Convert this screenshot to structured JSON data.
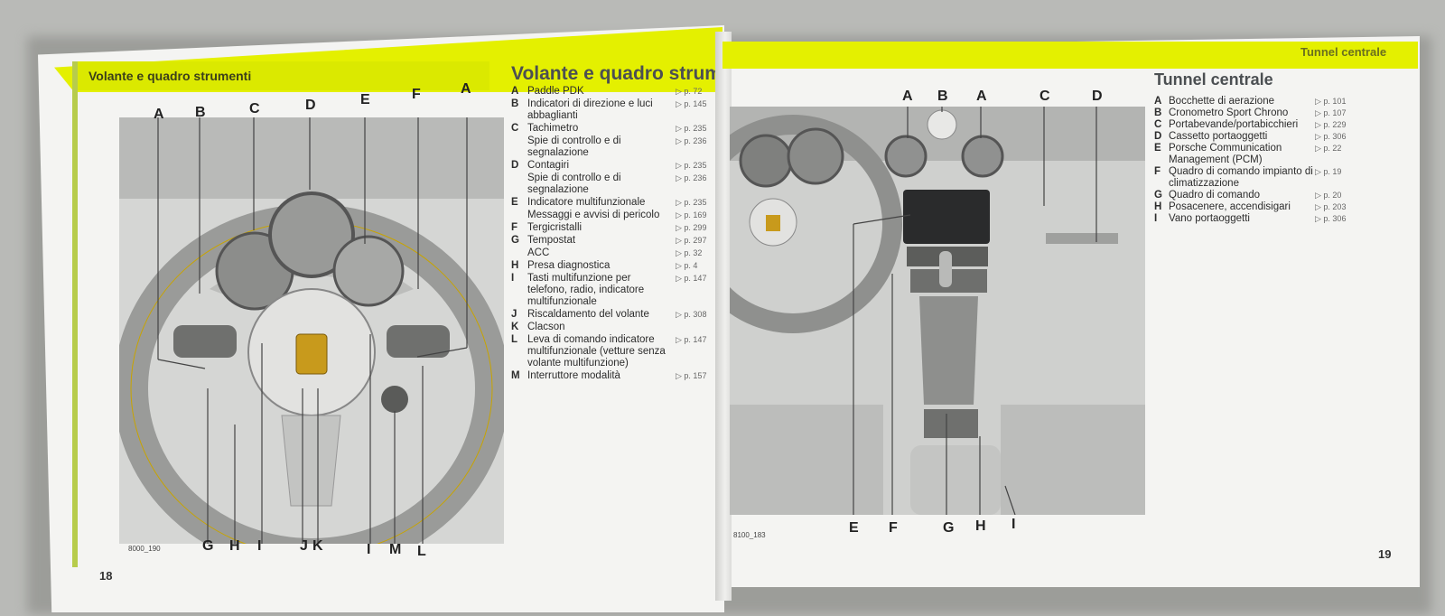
{
  "left_page": {
    "header": "Volante e quadro strumenti",
    "title": "Volante e quadro strumenti",
    "page_number": "18",
    "image_code": "8000_190",
    "top_letters": [
      "A",
      "B",
      "C",
      "D",
      "E",
      "F",
      "A"
    ],
    "bottom_letters": [
      "G",
      "H",
      "I",
      "J",
      "K",
      "I",
      "M",
      "L"
    ],
    "legend": [
      {
        "key": "A",
        "text": "Paddle PDK",
        "ref": "▷ p. 72"
      },
      {
        "key": "B",
        "text": "Indicatori di direzione e luci abbaglianti",
        "ref": "▷ p. 145"
      },
      {
        "key": "C",
        "text": "Tachimetro",
        "ref": "▷ p. 235"
      },
      {
        "key": "",
        "text": "Spie di controllo e di segnalazione",
        "ref": "▷ p. 236"
      },
      {
        "key": "D",
        "text": "Contagiri",
        "ref": "▷ p. 235"
      },
      {
        "key": "",
        "text": "Spie di controllo e di segnalazione",
        "ref": "▷ p. 236"
      },
      {
        "key": "E",
        "text": "Indicatore multifunzionale",
        "ref": "▷ p. 235"
      },
      {
        "key": "",
        "text": "Messaggi e avvisi di pericolo",
        "ref": "▷ p. 169"
      },
      {
        "key": "F",
        "text": "Tergicristalli",
        "ref": "▷ p. 299"
      },
      {
        "key": "G",
        "text": "Tempostat",
        "ref": "▷ p. 297"
      },
      {
        "key": "",
        "text": "ACC",
        "ref": "▷ p. 32"
      },
      {
        "key": "H",
        "text": "Presa diagnostica",
        "ref": "▷ p. 4"
      },
      {
        "key": "I",
        "text": "Tasti multifunzione per telefono, radio, indicatore multifunzionale",
        "ref": "▷ p. 147"
      },
      {
        "key": "J",
        "text": "Riscaldamento del volante",
        "ref": "▷ p. 308"
      },
      {
        "key": "K",
        "text": "Clacson",
        "ref": ""
      },
      {
        "key": "L",
        "text": "Leva di comando indicatore multifunzionale (vetture senza volante multifunzione)",
        "ref": "▷ p. 147"
      },
      {
        "key": "M",
        "text": "Interruttore modalità",
        "ref": "▷ p. 157"
      }
    ]
  },
  "right_page": {
    "header": "Tunnel centrale",
    "title": "Tunnel centrale",
    "page_number": "19",
    "image_code": "8100_183",
    "top_letters": [
      "A",
      "B",
      "A",
      "C",
      "D"
    ],
    "bottom_letters": [
      "E",
      "F",
      "G",
      "H",
      "I"
    ],
    "legend": [
      {
        "key": "A",
        "text": "Bocchette di aerazione",
        "ref": "▷ p. 101"
      },
      {
        "key": "B",
        "text": "Cronometro Sport Chrono",
        "ref": "▷ p. 107"
      },
      {
        "key": "C",
        "text": "Portabevande/portabicchieri",
        "ref": "▷ p. 229"
      },
      {
        "key": "D",
        "text": "Cassetto portaoggetti",
        "ref": "▷ p. 306"
      },
      {
        "key": "E",
        "text": "Porsche Communication Management (PCM)",
        "ref": "▷ p. 22"
      },
      {
        "key": "F",
        "text": "Quadro di comando impianto di climatizzazione",
        "ref": "▷ p. 19"
      },
      {
        "key": "G",
        "text": "Quadro di comando",
        "ref": "▷ p. 20"
      },
      {
        "key": "H",
        "text": "Posacenere, accendisigari",
        "ref": "▷ p. 203"
      },
      {
        "key": "I",
        "text": "Vano portaoggetti",
        "ref": "▷ p. 306"
      }
    ]
  },
  "colors": {
    "accent_yellow": "#e4f000",
    "accent_green": "#b7cc4c",
    "line": "#c8a400"
  }
}
